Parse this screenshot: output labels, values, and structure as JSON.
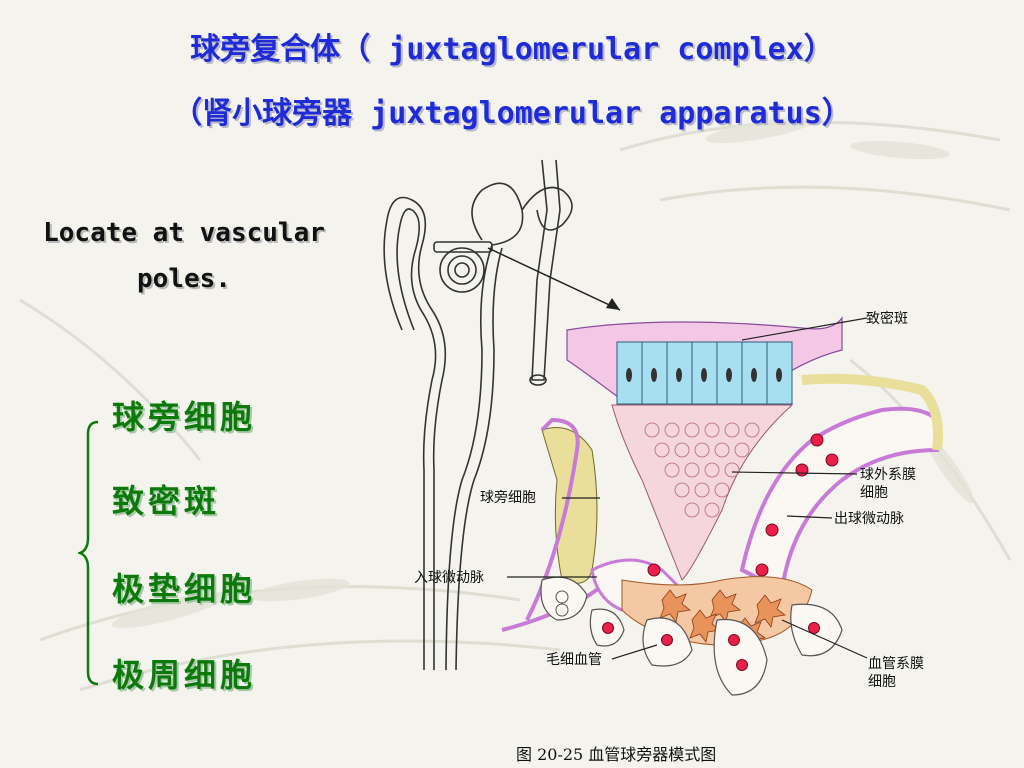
{
  "slide": {
    "title_line1": "球旁复合体（ juxtaglomerular complex）",
    "title_line2": "（肾小球旁器 juxtaglomerular apparatus）",
    "locate_line1": "Locate at vascular",
    "locate_line2": "poles.",
    "cell_list": [
      "球旁细胞",
      "致密斑",
      "极垫细胞",
      "极周细胞"
    ]
  },
  "figure": {
    "labels": {
      "macula_densa": "致密斑",
      "extraglomerular_mesangial": "球外系膜\n细胞",
      "juxtaglomerular_cell": "球旁细胞",
      "efferent_arteriole": "出球微动脉",
      "afferent_arteriole": "入球微动脉",
      "capillary": "毛细血管",
      "vascular_mesangial": "血管系膜\n细胞"
    },
    "caption": "图 20-25 血管球旁器模式图"
  },
  "colors": {
    "title": "#1f2bd6",
    "cell_list": "#0b7a0b",
    "body_text": "#111111",
    "macula_cells": "#a8dff0",
    "arteriole_wall": "#c77bd6",
    "mesangial": "#e8925c",
    "rbc": "#e8204a"
  }
}
